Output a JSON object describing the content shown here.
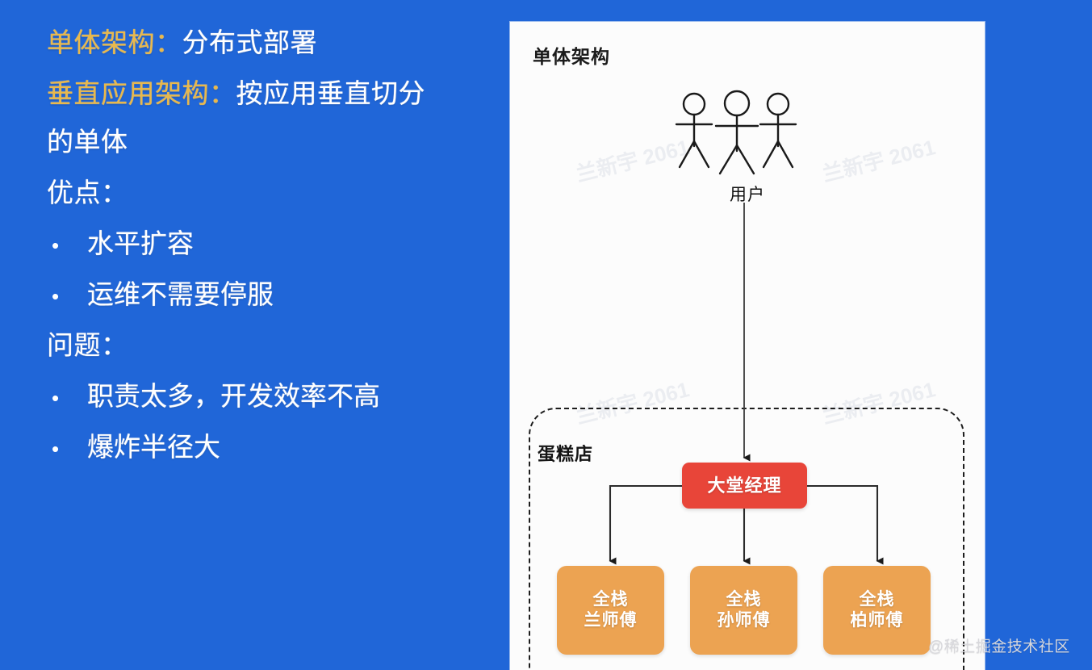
{
  "slide": {
    "background_color": "#2066d8",
    "panel_background": "#fcfcfc",
    "accent_gold": "#e9b84b",
    "accent_red": "#e84539",
    "accent_orange": "#eca352"
  },
  "left": {
    "heading1_label": "单体架构",
    "heading1_sep": "：",
    "heading1_value": "分布式部署",
    "heading2_label": "垂直应用架构",
    "heading2_sep": "：",
    "heading2_value": "按应用垂直切分",
    "heading2_cont": "的单体",
    "pros_title": "优点：",
    "pros": [
      {
        "bullet": "•",
        "text": "水平扩容"
      },
      {
        "bullet": "•",
        "text": "运维不需要停服"
      }
    ],
    "cons_title": "问题：",
    "cons": [
      {
        "bullet": "•",
        "text": "职责太多，开发效率不高"
      },
      {
        "bullet": "•",
        "text": "爆炸半径大"
      }
    ]
  },
  "diagram": {
    "title": "单体架构",
    "users_label": "用户",
    "shop_label": "蛋糕店",
    "manager": "大堂经理",
    "workers": [
      {
        "role": "全栈",
        "name": "兰师傅"
      },
      {
        "role": "全栈",
        "name": "孙师傅"
      },
      {
        "role": "全栈",
        "name": "柏师傅"
      }
    ],
    "people_count": 3,
    "watermark": "兰新宇 2061"
  },
  "corner_watermark": "@稀土掘金技术社区"
}
